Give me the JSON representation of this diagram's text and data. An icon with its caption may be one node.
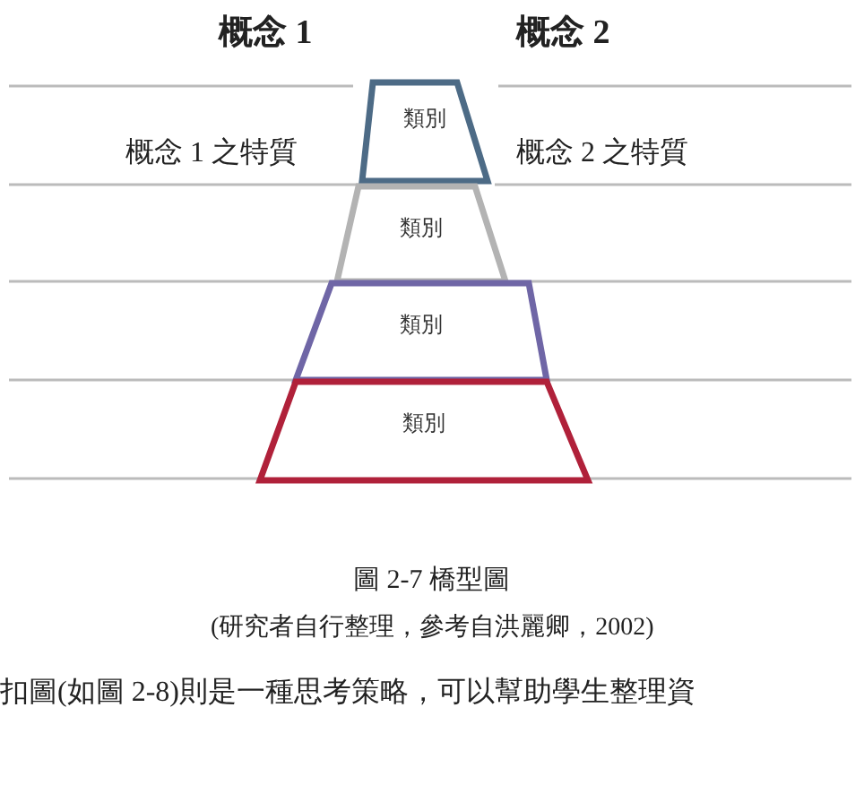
{
  "diagram": {
    "caption": "圖 2-7 橋型圖",
    "nodes": [
      {
        "text": [
          "類別"
        ]
      },
      {
        "text": [
          "類別"
        ]
      },
      {
        "text": [
          "類別"
        ]
      },
      {
        "text": [
          "類別"
        ]
      }
    ],
    "edges": [],
    "labels": [
      "概念 1",
      "概念 2",
      "概念 1 之特質",
      "概念 2 之特質",
      "(研究者自行整理，參考自洪麗卿，2002)",
      "扣圖(如圖 2-8)則是一種思考策略，可以幫助學生整理資"
    ]
  }
}
